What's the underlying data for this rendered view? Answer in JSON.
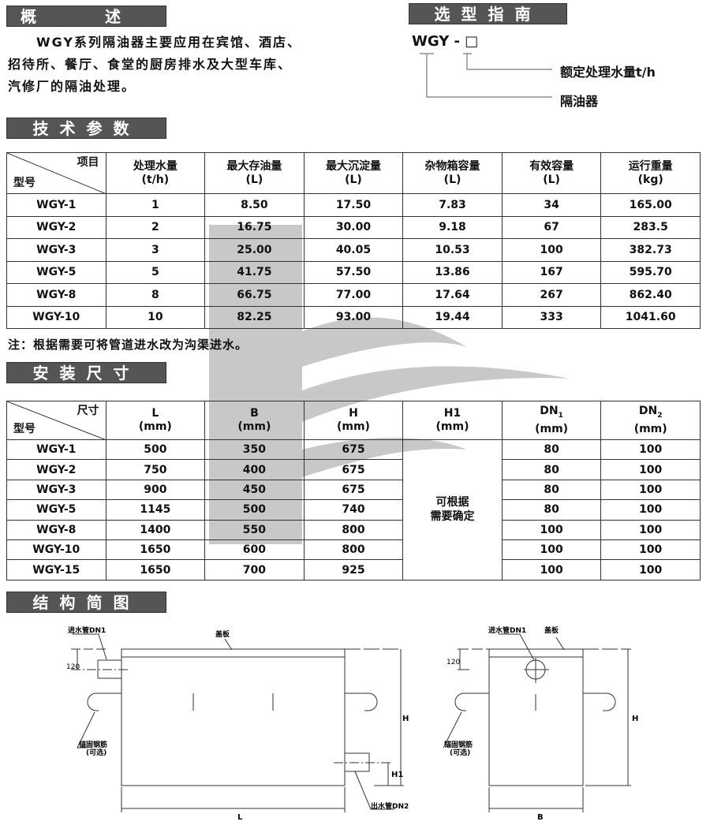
{
  "sections": {
    "overview": "概 述",
    "selection": "选型指南",
    "tech": "技术参数",
    "install": "安装尺寸",
    "structure": "结构简图"
  },
  "overview_lines": [
    "　　WGY系列隔油器主要应用在宾馆、酒店、",
    "招待所、餐厅、食堂的厨房排水及大型车库、",
    "汽修厂的隔油处理。"
  ],
  "guide": {
    "code": "WGY - □",
    "label_flow": "额定处理水量t/h",
    "label_type": "隔油器"
  },
  "tech_table": {
    "corner_top": "项目",
    "corner_bottom": "型号",
    "headers": [
      {
        "name": "处理水量",
        "unit": "(t/h)"
      },
      {
        "name": "最大存油量",
        "unit": "(L)"
      },
      {
        "name": "最大沉淀量",
        "unit": "(L)"
      },
      {
        "name": "杂物箱容量",
        "unit": "(L)"
      },
      {
        "name": "有效容量",
        "unit": "(L)"
      },
      {
        "name": "运行重量",
        "unit": "(kg)"
      }
    ],
    "rows": [
      [
        "WGY-1",
        "1",
        "8.50",
        "17.50",
        "7.83",
        "34",
        "165.00"
      ],
      [
        "WGY-2",
        "2",
        "16.75",
        "30.00",
        "9.18",
        "67",
        "283.5"
      ],
      [
        "WGY-3",
        "3",
        "25.00",
        "40.05",
        "10.53",
        "100",
        "382.73"
      ],
      [
        "WGY-5",
        "5",
        "41.75",
        "57.50",
        "13.86",
        "167",
        "595.70"
      ],
      [
        "WGY-8",
        "8",
        "66.75",
        "77.00",
        "17.64",
        "267",
        "862.40"
      ],
      [
        "WGY-10",
        "10",
        "82.25",
        "93.00",
        "19.44",
        "333",
        "1041.60"
      ]
    ],
    "note": "注：根据需要可将管道进水改为沟渠进水。"
  },
  "install_table": {
    "corner_top": "尺寸",
    "corner_bottom": "型号",
    "headers": [
      {
        "name": "L",
        "unit": "(mm)"
      },
      {
        "name": "B",
        "unit": "(mm)"
      },
      {
        "name": "H",
        "unit": "(mm)"
      },
      {
        "name": "H1",
        "unit": "(mm)"
      },
      {
        "name": "DN",
        "sub": "1",
        "unit": "(mm)"
      },
      {
        "name": "DN",
        "sub": "2",
        "unit": "(mm)"
      }
    ],
    "h1_merged_line1": "可根据",
    "h1_merged_line2": "需要确定",
    "rows": [
      [
        "WGY-1",
        "500",
        "350",
        "675",
        "80",
        "100"
      ],
      [
        "WGY-2",
        "750",
        "400",
        "675",
        "80",
        "100"
      ],
      [
        "WGY-3",
        "900",
        "450",
        "675",
        "80",
        "100"
      ],
      [
        "WGY-5",
        "1145",
        "500",
        "740",
        "80",
        "100"
      ],
      [
        "WGY-8",
        "1400",
        "550",
        "800",
        "100",
        "100"
      ],
      [
        "WGY-10",
        "1650",
        "600",
        "800",
        "100",
        "100"
      ],
      [
        "WGY-15",
        "1650",
        "700",
        "925",
        "100",
        "100"
      ]
    ]
  },
  "diagram": {
    "inlet": "进水管DN1",
    "cover": "盖板",
    "anchor": "锚固钢筋",
    "optional": "(可选)",
    "outlet": "出水管DN2",
    "dim_120": "120",
    "dim_H": "H",
    "dim_H1": "H1",
    "dim_L": "L",
    "dim_B": "B"
  },
  "colors": {
    "section_bg": "#555555",
    "watermark": "#c8c8c8"
  }
}
